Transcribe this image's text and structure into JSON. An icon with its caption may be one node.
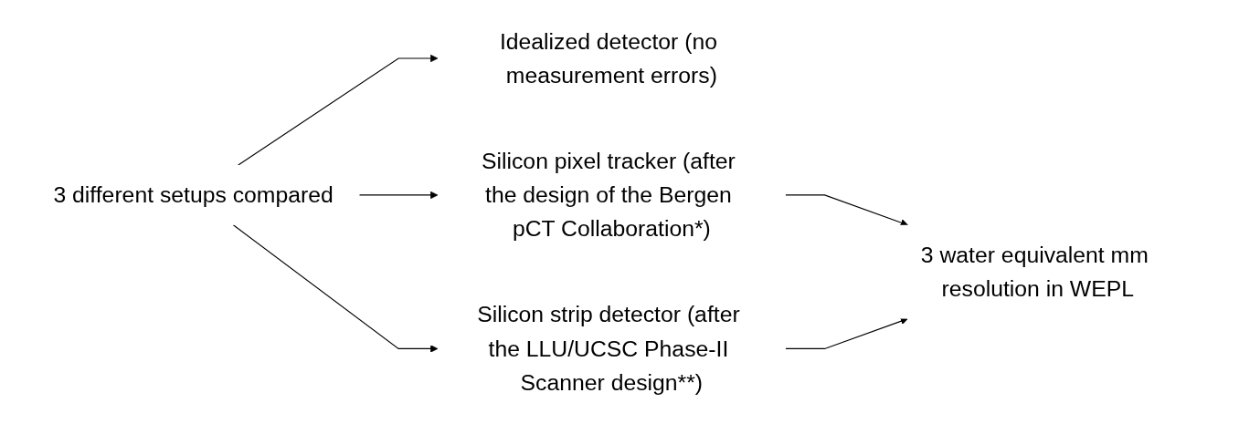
{
  "diagram": {
    "nodes": [
      {
        "text": [
          "3  different setups compared"
        ]
      },
      {
        "text": [
          "Idealized detector (no measurement errors)"
        ]
      },
      {
        "text": [
          "Silicon pixel tracker (after the design of the Bergen pCT Collaboration*)"
        ]
      },
      {
        "text": [
          "Silicon strip detector (after the LLU/UCSC Phase-II Scanner design**)"
        ]
      },
      {
        "text": [
          "3 water equivalent mm resolution in WEPL"
        ]
      }
    ],
    "edges": [
      {
        "from": 0,
        "to": 1,
        "arrow": "to"
      },
      {
        "from": 0,
        "to": 2,
        "arrow": "to"
      },
      {
        "from": 0,
        "to": 3,
        "arrow": "to"
      },
      {
        "from": 2,
        "to": 4,
        "arrow": "to"
      },
      {
        "from": 3,
        "to": 4,
        "arrow": "to"
      }
    ]
  }
}
